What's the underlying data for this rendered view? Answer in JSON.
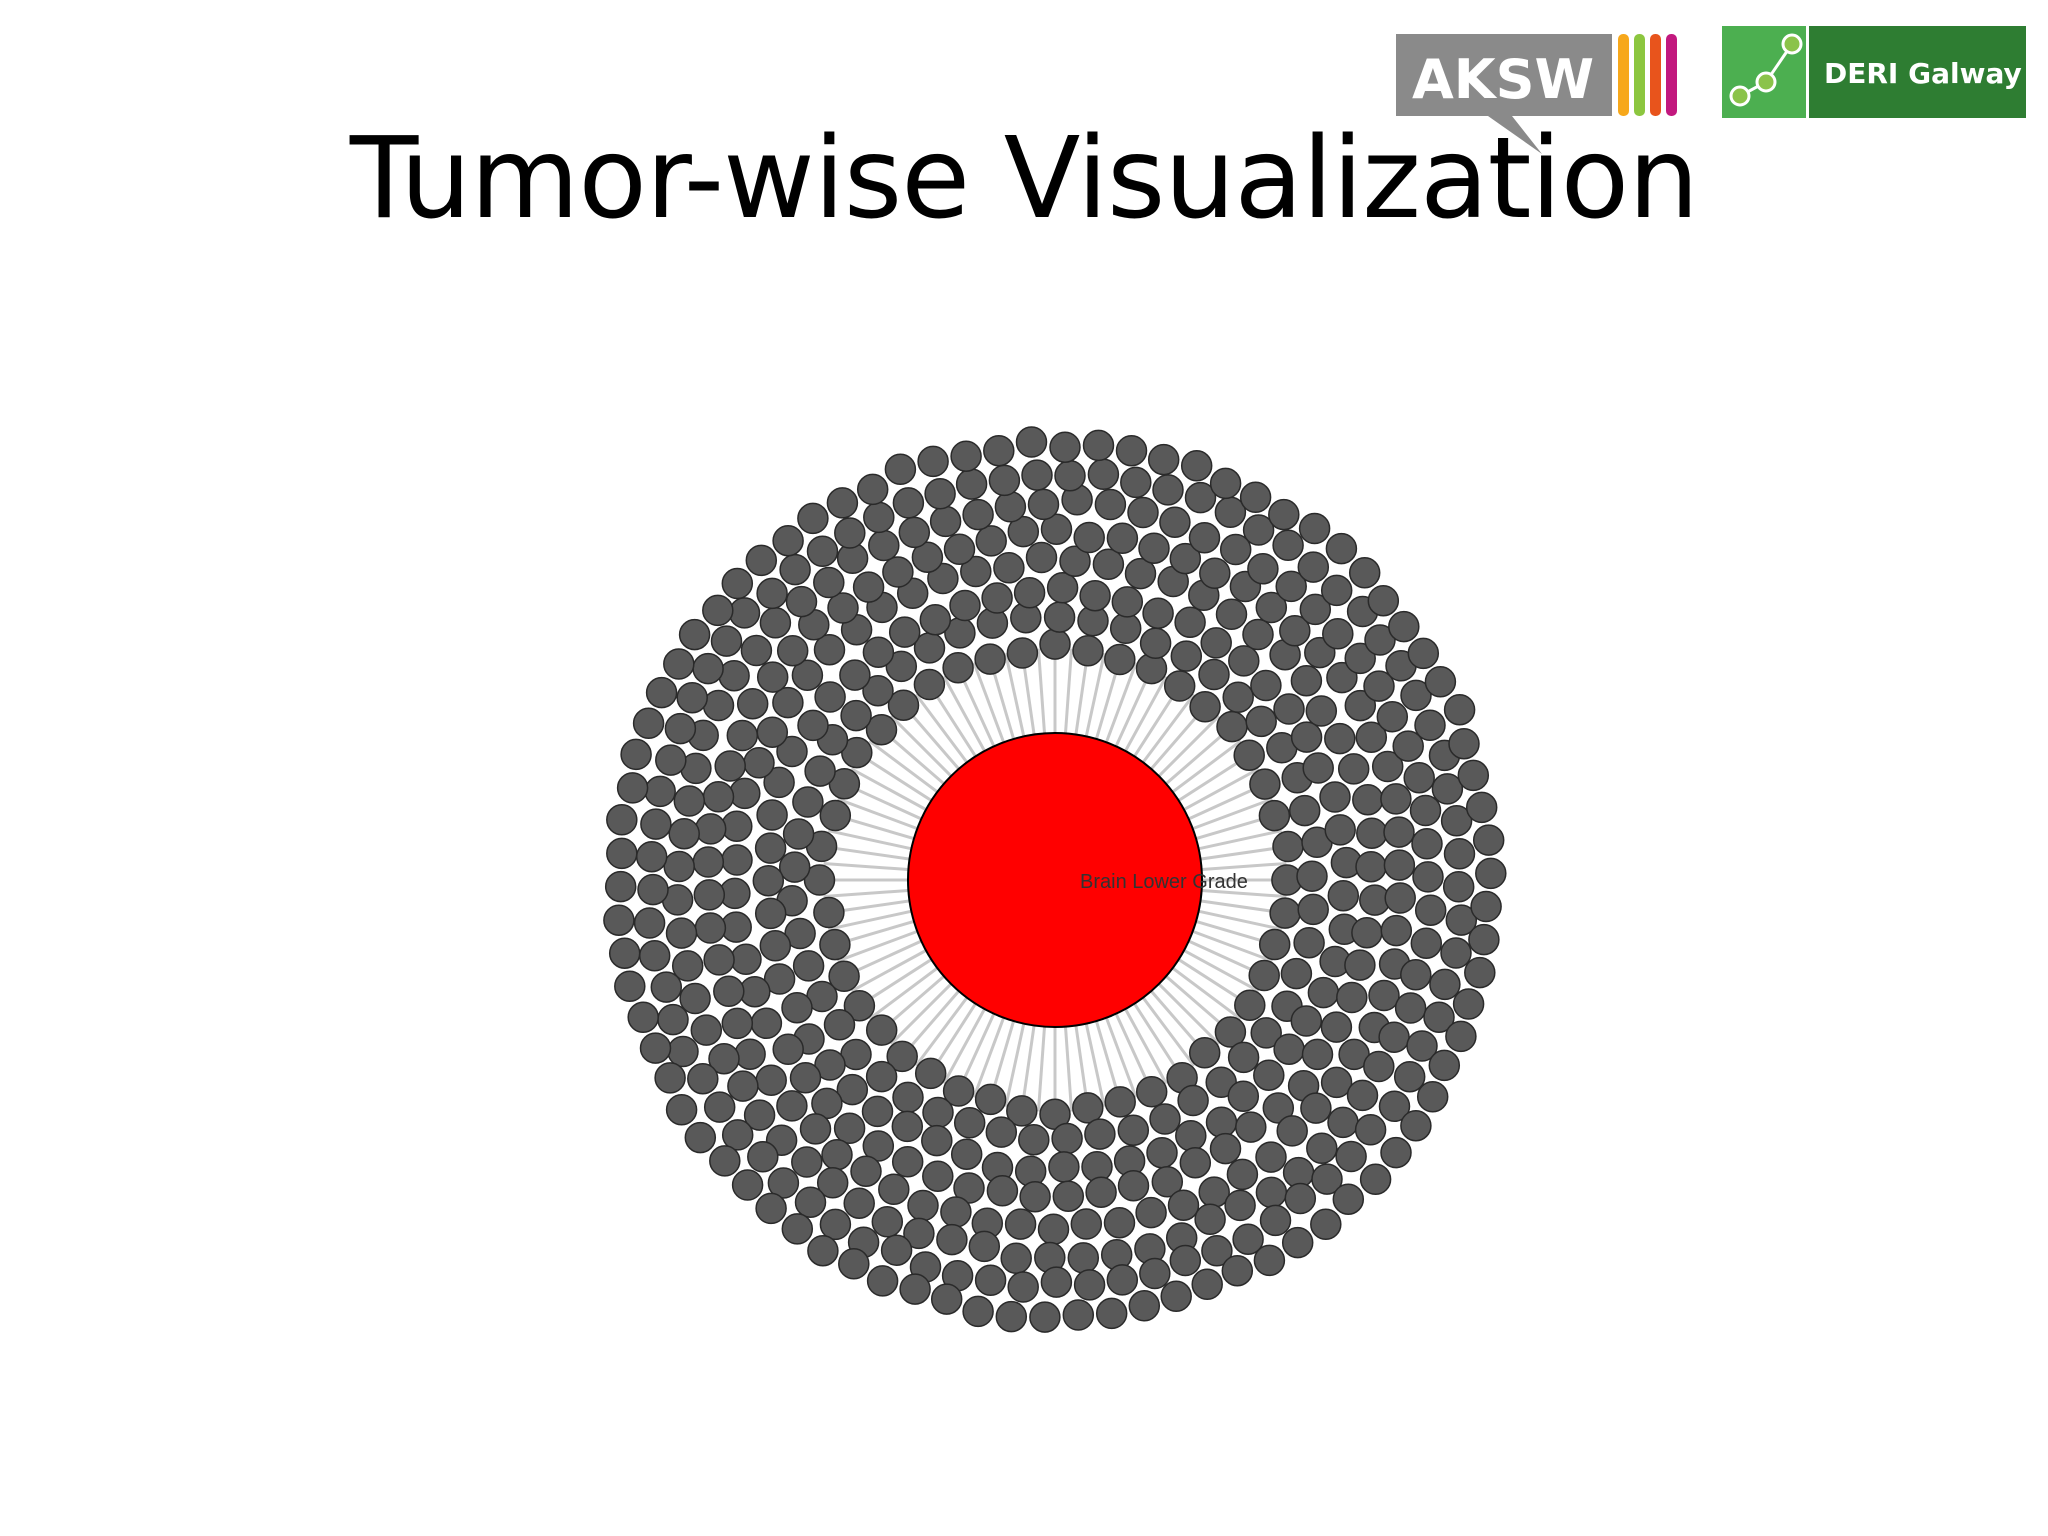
{
  "slide": {
    "title": "Tumor-wise Visualization"
  },
  "logos": {
    "aksw": {
      "text": "AKSW",
      "bar_colors": [
        "#f7a81b",
        "#8cc63f",
        "#e8541c",
        "#c2187e"
      ]
    },
    "deri": {
      "text": "DERI Galway",
      "color": "#2e7d32"
    }
  },
  "network": {
    "center_node": {
      "label": "Brain Lower Grade",
      "color": "#ff0000"
    },
    "satellite_node_color": "#595959",
    "edge_color": "#c8c8c8"
  }
}
